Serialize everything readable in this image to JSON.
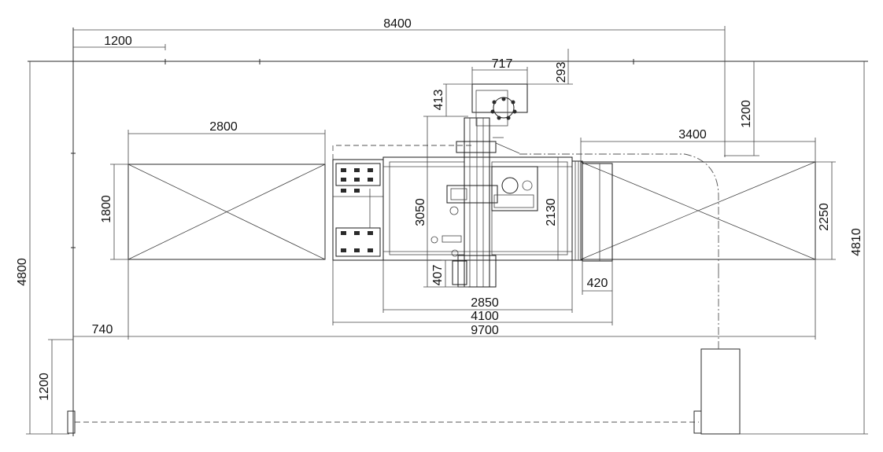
{
  "drawing": {
    "dimensions": {
      "d8400": "8400",
      "d1200_top": "1200",
      "d717": "717",
      "d293": "293",
      "d413": "413",
      "d1200_right": "1200",
      "d2800": "2800",
      "d3400": "3400",
      "d1800": "1800",
      "d3050": "3050",
      "d2130": "2130",
      "d2250": "2250",
      "d4800": "4800",
      "d4810": "4810",
      "d407": "407",
      "d420": "420",
      "d2850": "2850",
      "d4100": "4100",
      "d740": "740",
      "d9700": "9700",
      "d1200_left": "1200"
    },
    "colors": {
      "line": "#2a2a2a",
      "background": "#ffffff"
    }
  }
}
